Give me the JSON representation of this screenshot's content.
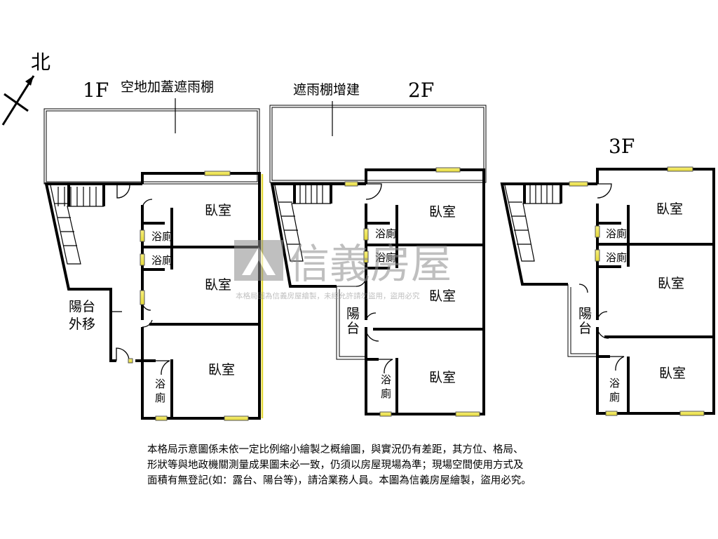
{
  "compass": {
    "label": "北"
  },
  "floors": [
    {
      "id": "1f",
      "label": "1F",
      "canopy": "空地加蓋遮雨棚",
      "balcony": "陽台外移",
      "rooms": [
        "臥室",
        "臥室",
        "臥室"
      ],
      "baths": [
        "浴廁",
        "浴廁",
        "浴廁"
      ]
    },
    {
      "id": "2f",
      "label": "2F",
      "canopy": "遮雨棚增建",
      "balcony": "陽台",
      "rooms": [
        "臥室",
        "臥室",
        "臥室"
      ],
      "baths": [
        "浴廁",
        "浴廁",
        "浴廁"
      ]
    },
    {
      "id": "3f",
      "label": "3F",
      "balcony": "陽台",
      "rooms": [
        "臥室",
        "臥室",
        "臥室"
      ],
      "baths": [
        "浴廁",
        "浴廁",
        "浴廁"
      ]
    }
  ],
  "watermark": {
    "brand": "信義房屋",
    "notice": "本格局圖為信義房屋繪製，未經允許請勿盜用，盜用必究"
  },
  "note": {
    "lines": [
      "本格局示意圖係未依一定比例縮小繪製之概繪圖，與實況仍有差距，其方位、格局、",
      "形狀等與地政機關測量成果圖未必一致，仍須以房屋現場為準；現場空間使用方式及",
      "面積有無登記(如：露台、陽台等)，請洽業務人員。本圖為信義房屋繪製，盜用必究。"
    ]
  },
  "colors": {
    "wall": "#000000",
    "window": "#f2e94e",
    "watermark": "#8c8c8c"
  }
}
